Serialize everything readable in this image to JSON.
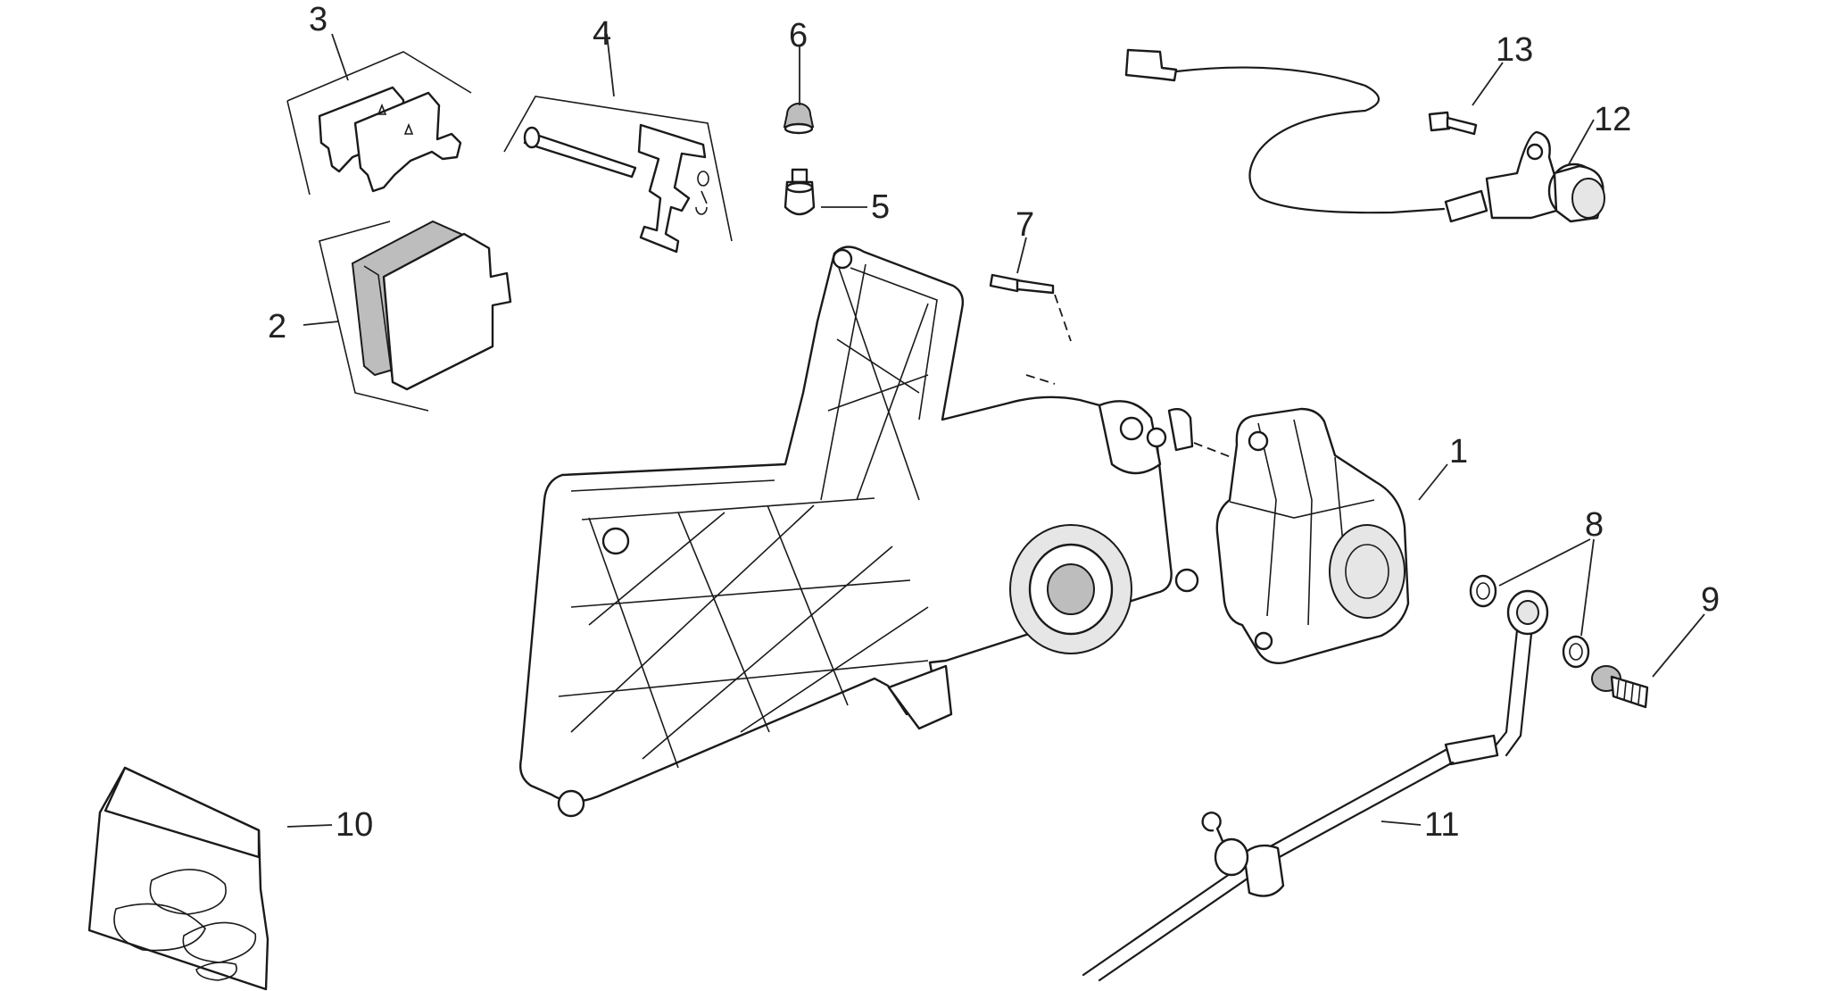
{
  "callouts": {
    "c1": "1",
    "c2": "2",
    "c3": "3",
    "c4": "4",
    "c5": "5",
    "c6": "6",
    "c7": "7",
    "c8": "8",
    "c9": "9",
    "c10": "10",
    "c11": "11",
    "c12": "12",
    "c13": "13"
  }
}
